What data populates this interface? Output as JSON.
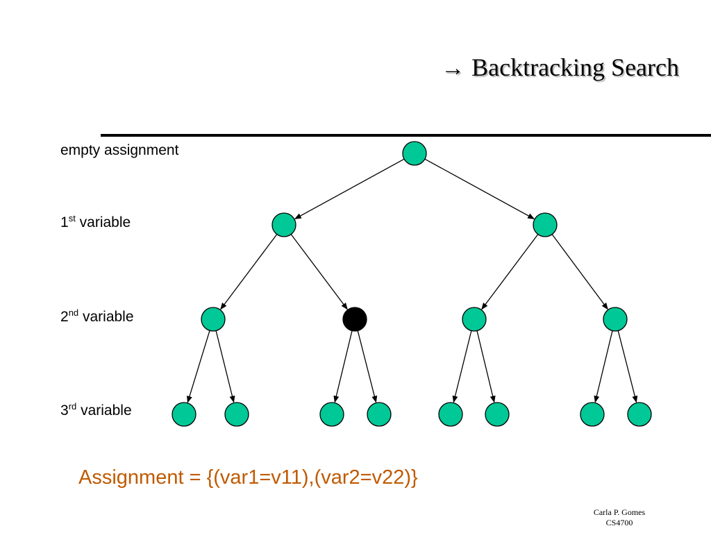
{
  "slide": {
    "title_arrow": "→",
    "title": "Backtracking Search",
    "assignment": "Assignment = {(var1=v11),(var2=v22)}",
    "assignment_color": "#c05a00",
    "footer": {
      "author": "Carla P. Gomes",
      "course": "CS4700"
    }
  },
  "levels": [
    {
      "main": "empty assignment",
      "sup": "",
      "rest": ""
    },
    {
      "main": "1",
      "sup": "st",
      "rest": " variable"
    },
    {
      "main": "2",
      "sup": "nd",
      "rest": " variable"
    },
    {
      "main": "3",
      "sup": "rd",
      "rest": " variable"
    }
  ],
  "tree": {
    "node_color": "#00c896",
    "current_node_color": "#000000",
    "levels": 4,
    "branching": 2,
    "current_path": [
      1
    ]
  }
}
